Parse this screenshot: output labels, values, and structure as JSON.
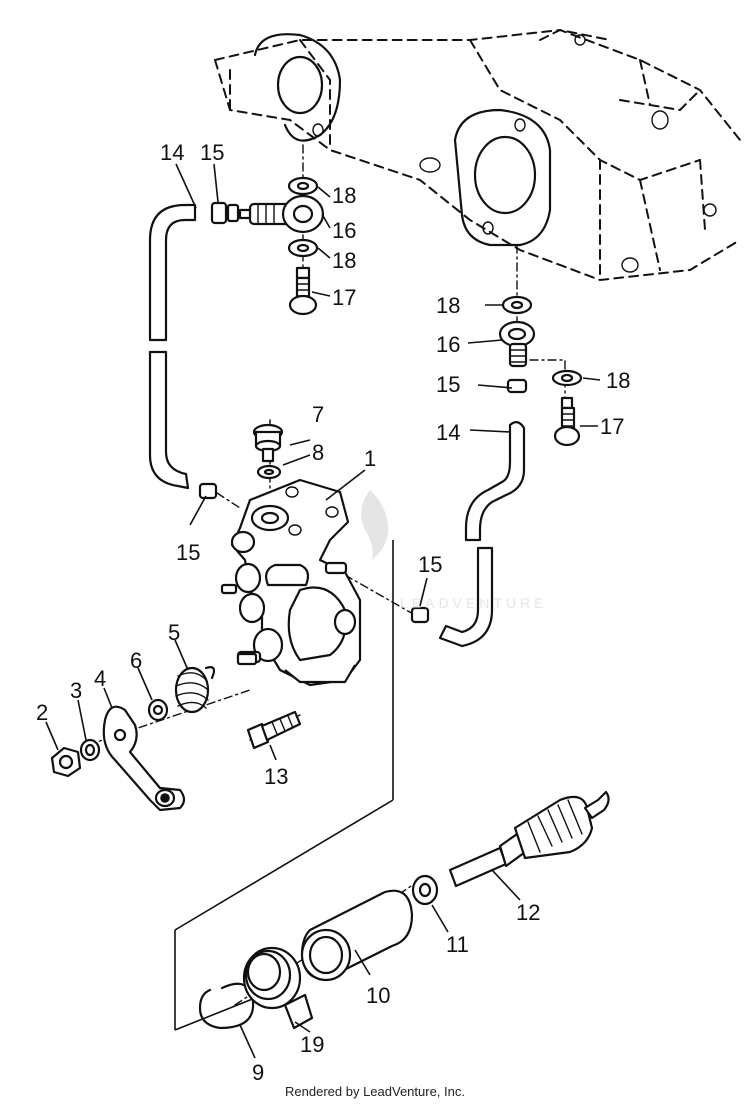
{
  "diagram": {
    "callouts": {
      "c1": "1",
      "c2": "2",
      "c3": "3",
      "c4": "4",
      "c5": "5",
      "c6": "6",
      "c7": "7",
      "c8": "8",
      "c9": "9",
      "c10": "10",
      "c11": "11",
      "c12": "12",
      "c13": "13",
      "c14a": "14",
      "c14b": "14",
      "c15a": "15",
      "c15b": "15",
      "c15c": "15",
      "c15d": "15",
      "c16a": "16",
      "c16b": "16",
      "c17a": "17",
      "c17b": "17",
      "c18a": "18",
      "c18b": "18",
      "c18c": "18",
      "c18d": "18",
      "c19": "19"
    },
    "watermark": "LEADVENTURE"
  },
  "footer": {
    "text": "Rendered by LeadVenture, Inc."
  }
}
